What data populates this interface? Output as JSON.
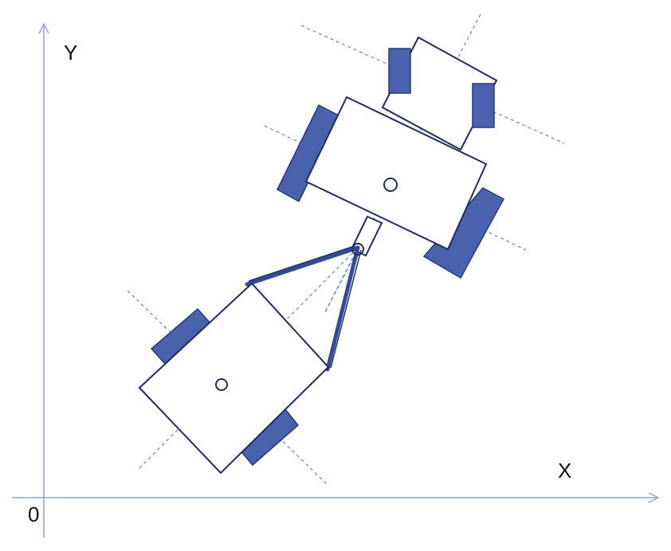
{
  "axes": {
    "x_label": "X",
    "y_label": "Y",
    "origin_label": "0",
    "color": "#8da4d6"
  },
  "colors": {
    "outline": "#1f2b63",
    "tire_fill": "#4a62ad",
    "guide_line": "#4a6fc4"
  },
  "icons": {
    "axis_arrow": "open-arrowhead",
    "pivot_marker": "small-circle"
  }
}
